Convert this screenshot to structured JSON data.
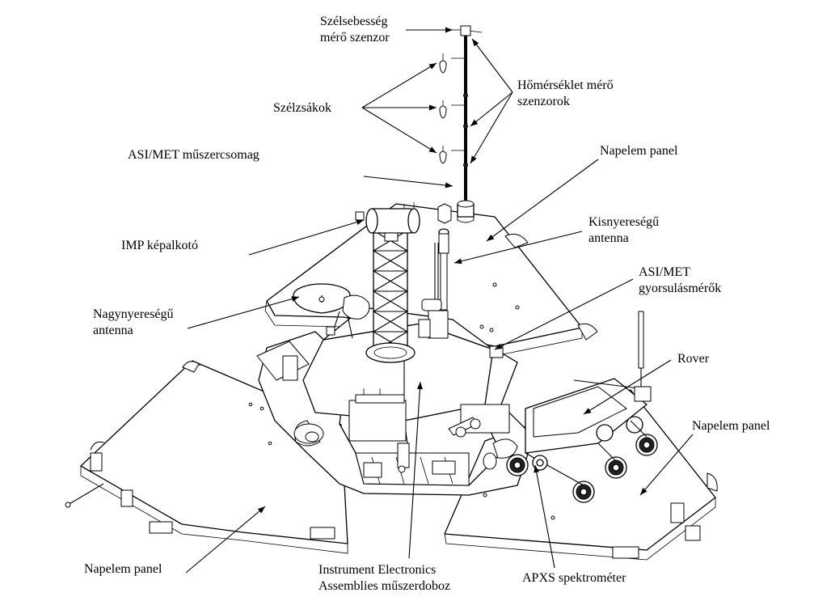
{
  "labels": {
    "wind_sensor_1": "Szélsebesség",
    "wind_sensor_2": "mérő szenzor",
    "wind_socks": "Szélzsákok",
    "temp_sensors_1": "Hőmérséklet mérő",
    "temp_sensors_2": "szenzorok",
    "asi_met_package": "ASI/MET műszercsomag",
    "solar_panel_top": "Napelem panel",
    "low_gain_antenna_1": "Kisnyereségű",
    "low_gain_antenna_2": "antenna",
    "imp_imager": "IMP képalkotó",
    "asi_met_accel_1": "ASI/MET",
    "asi_met_accel_2": "gyorsulásmérők",
    "high_gain_antenna_1": "Nagynyereségű",
    "high_gain_antenna_2": "antenna",
    "rover": "Rover",
    "solar_panel_right": "Napelem panel",
    "solar_panel_left": "Napelem panel",
    "iea_1": "Instrument Electronics",
    "iea_2": "Assemblies műszerdoboz",
    "apxs": "APXS spektrométer"
  }
}
